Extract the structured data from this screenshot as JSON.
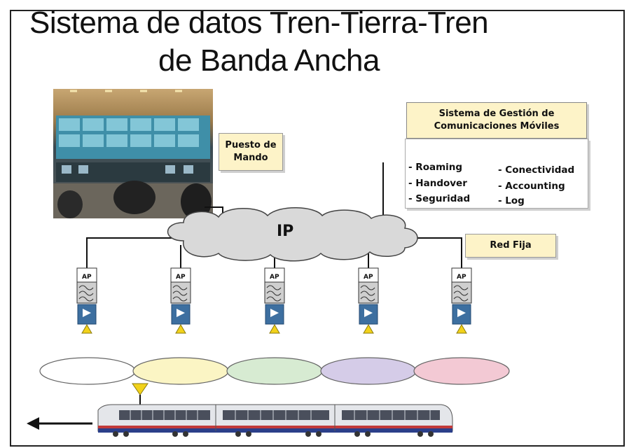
{
  "title": {
    "line1": "Sistema de datos Tren-Tierra-Tren",
    "line2": "de Banda Ancha"
  },
  "labels": {
    "puesto_line1": "Puesto de",
    "puesto_line2": "Mando",
    "red_fija": "Red Fija",
    "ip": "IP",
    "ap": "AP"
  },
  "sgcm": {
    "title_line1": "Sistema de Gestión de",
    "title_line2": "Comunicaciones Móviles",
    "left_items": [
      "- Roaming",
      "- Handover",
      "- Seguridad"
    ],
    "right_items": [
      "- Conectividad",
      "- Accounting",
      "- Log"
    ]
  },
  "colors": {
    "cloud": "#d9d9d9",
    "label_bg": "#fdf3c8",
    "antenna": "#f2d21a",
    "ap_blue": "#3d6fa0",
    "cells": [
      "#ffffff",
      "#fbf5c4",
      "#d7ebd2",
      "#d5cce8",
      "#f3c9d4"
    ]
  }
}
